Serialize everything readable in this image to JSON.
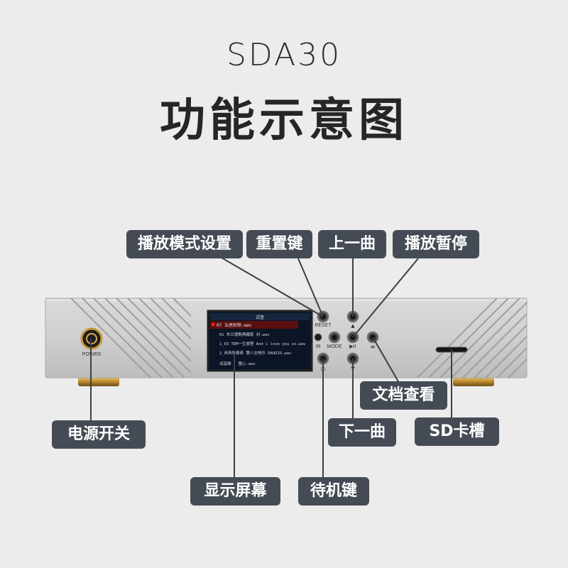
{
  "header": {
    "model": "SDA30",
    "title": "功能示意图"
  },
  "callouts": {
    "play_mode_setting": "播放模式设置",
    "reset_key": "重置键",
    "previous_track": "上一曲",
    "play_pause": "播放暂停",
    "doc_view": "文档查看",
    "power_switch": "电源开关",
    "next_track": "下一曲",
    "sd_slot": "SD卡槽",
    "display_screen": "显示屏幕",
    "standby_key": "待机键"
  },
  "panel": {
    "power_label": "POWER",
    "reset_label": "RESET",
    "ir_label": "IR",
    "mode_label": "MODE",
    "up_symbol": "▲",
    "play_symbol": "▶II",
    "doc_symbol": "≡",
    "standby_symbol": "○"
  },
  "screen": {
    "header": "试音",
    "lines": [
      "07 五虎封帅.wav",
      "01 布兰德歌典藏版 刘.wav",
      "1_03 TDM一生旅程 And i love you so.wav",
      "2_冉冉秋枫奇 第八交响乐 DAUDIO.wav",
      "试音碟 · 童心.wav"
    ]
  },
  "colors": {
    "background": "#ececec",
    "callout_bg": "#454b55",
    "callout_text": "#ffffff",
    "chassis": "#c9c9c9",
    "screen_bg": "#0c1a2e",
    "feet": "#c99a3c"
  }
}
